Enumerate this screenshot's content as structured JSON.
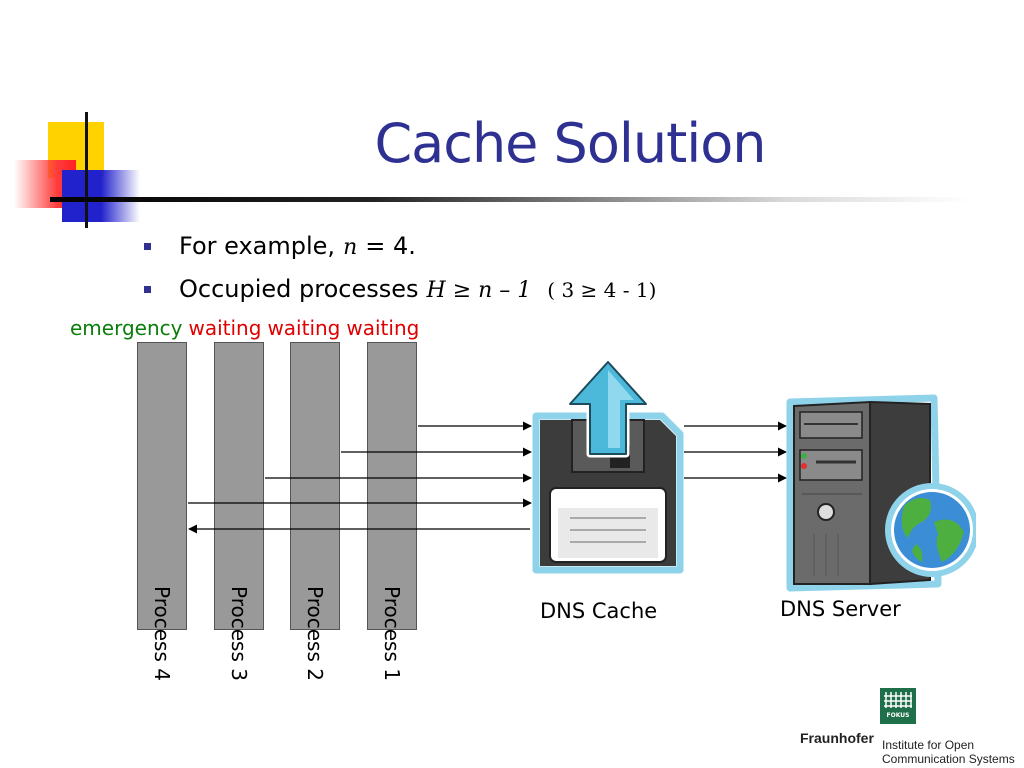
{
  "title": "Cache Solution",
  "bullets": [
    {
      "text": "For example,",
      "var": "n",
      "rest": "= 4."
    },
    {
      "text": "Occupied processes",
      "expr": "H ≥ n – 1",
      "example": "( 3 ≥ 4 - 1)"
    }
  ],
  "states": {
    "first": "emergency",
    "others": [
      "waiting",
      "waiting",
      "waiting"
    ]
  },
  "processes": [
    "Process 4",
    "Process 3",
    "Process 2",
    "Process 1"
  ],
  "cache_label": "DNS Cache",
  "server_label": "DNS Server",
  "icons": [
    "floppy-disk-upload-icon",
    "server-tower-globe-icon"
  ],
  "colors": {
    "title": "#2e3192",
    "emergency": "#0a7d0a",
    "waiting": "#e00000",
    "process_bar": "#999999"
  },
  "logo": {
    "badge": "FOKUS",
    "brand": "Fraunhofer",
    "institute_line1": "Institute for Open",
    "institute_line2": "Communication Systems"
  }
}
